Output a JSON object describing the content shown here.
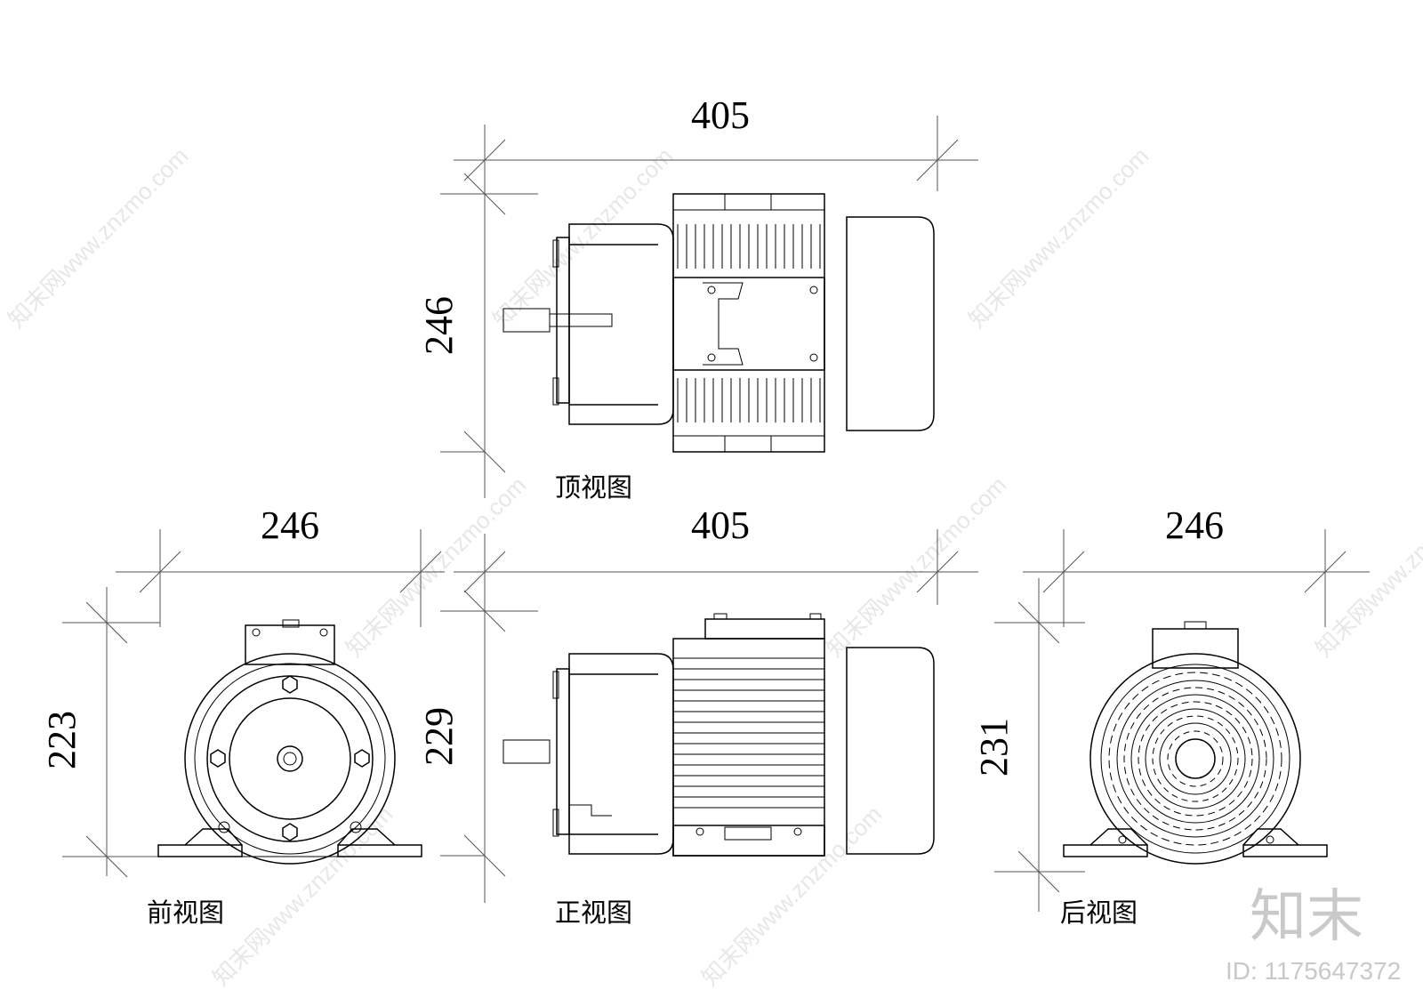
{
  "watermark": {
    "logo": "知末",
    "id": "ID: 1175647372",
    "site": "知末网www.znzmo.com"
  },
  "views": {
    "top": {
      "caption": "顶视图",
      "width_dim": "405",
      "height_dim": "246"
    },
    "front": {
      "caption": "前视图",
      "width_dim": "246",
      "height_dim": "223"
    },
    "main": {
      "caption": "正视图",
      "width_dim": "405",
      "height_dim": "229"
    },
    "rear": {
      "caption": "后视图",
      "width_dim": "246",
      "height_dim": "231"
    }
  }
}
